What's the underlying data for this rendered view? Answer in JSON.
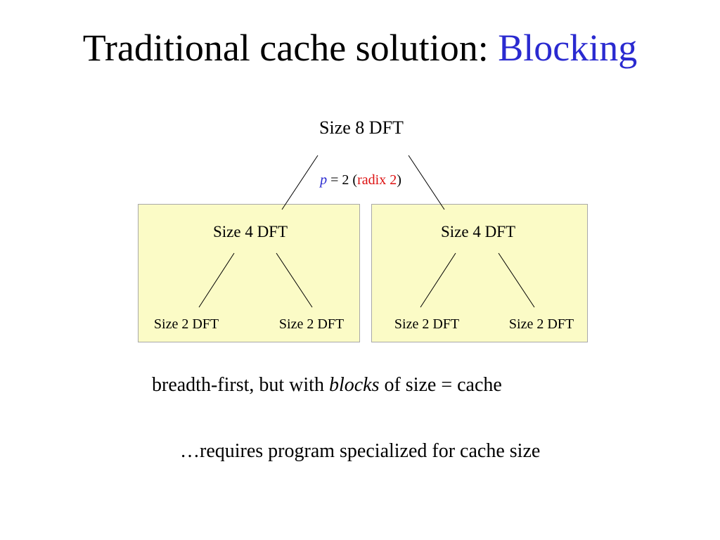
{
  "slide": {
    "title_main": "Traditional cache solution: ",
    "title_accent": "Blocking"
  },
  "tree": {
    "root": "Size 8 DFT",
    "radix": {
      "var": "p",
      "eq": " = 2 (",
      "radix_text": "radix 2",
      "close": ")"
    },
    "blocks": [
      {
        "label": "Size 4 DFT",
        "leaves": [
          "Size 2 DFT",
          "Size 2 DFT"
        ]
      },
      {
        "label": "Size 4 DFT",
        "leaves": [
          "Size 2 DFT",
          "Size 2 DFT"
        ]
      }
    ]
  },
  "notes": {
    "line1_before": "breadth-first, but with ",
    "line1_em": "blocks",
    "line1_after": " of size = cache",
    "line2": "…requires program specialized for cache size"
  },
  "colors": {
    "accent_blue": "#2a2ad0",
    "radix_red": "#dd1111",
    "block_fill": "#fbfbc6",
    "block_border": "#a8a8a8"
  }
}
